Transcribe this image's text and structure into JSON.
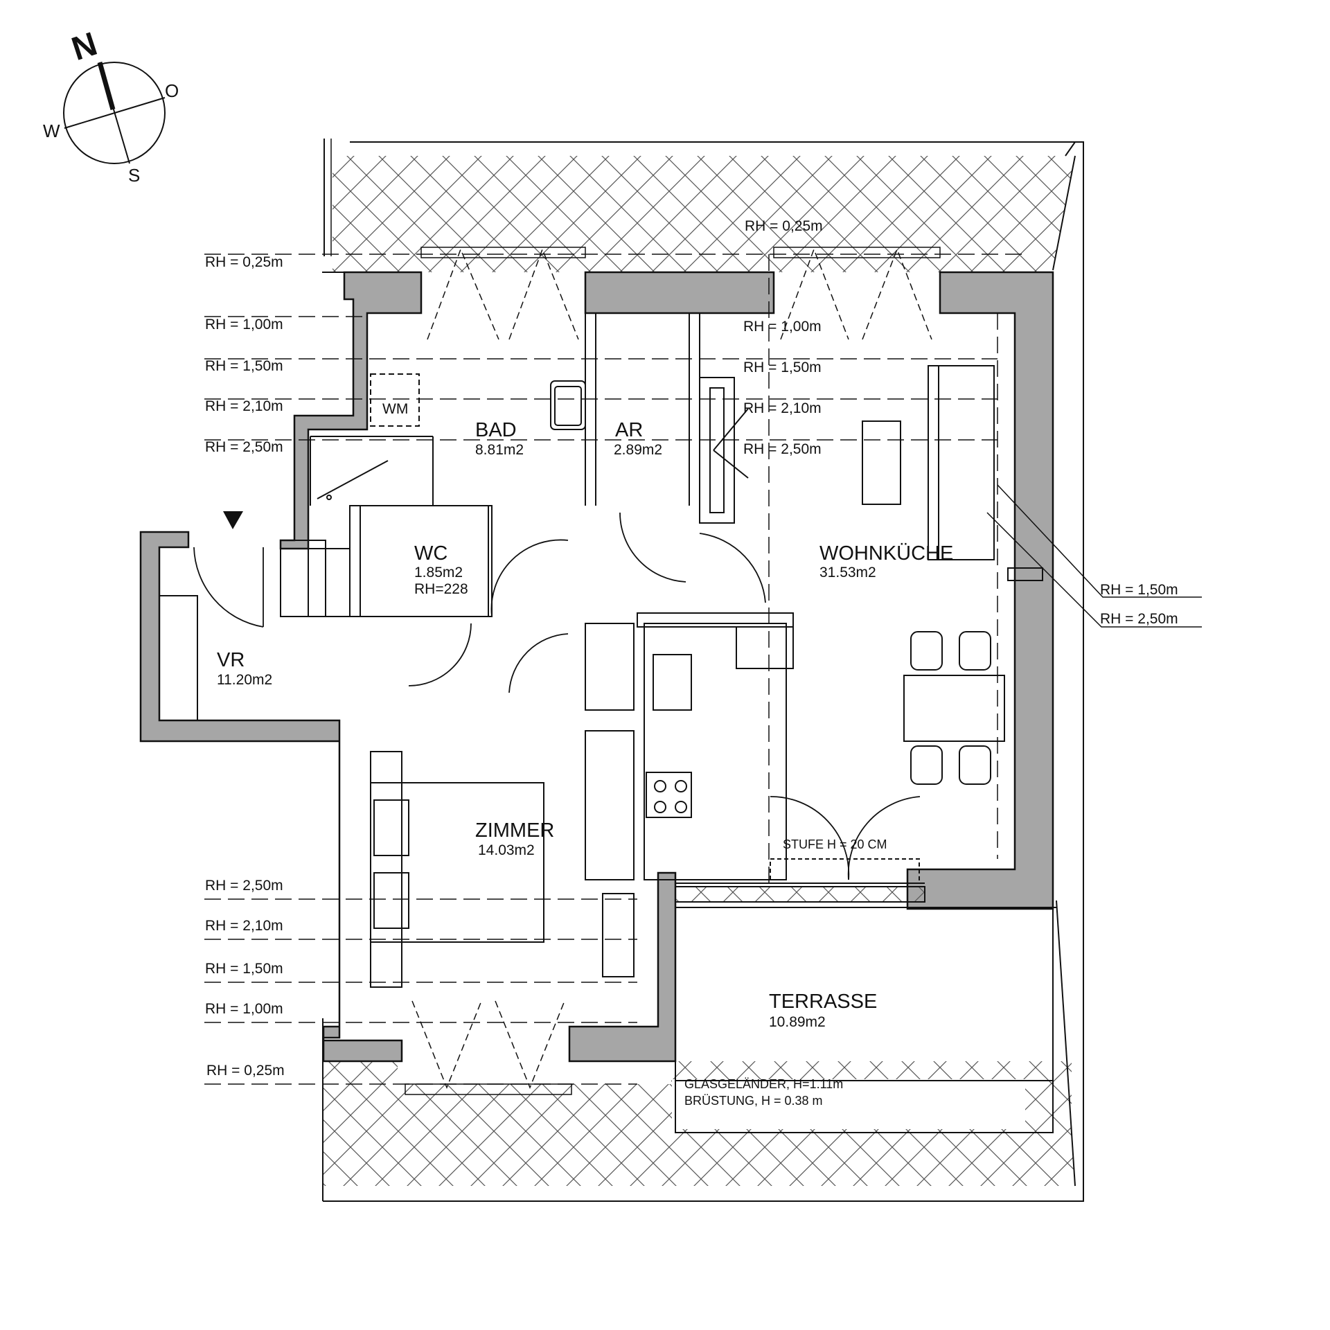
{
  "compass": {
    "north": "N",
    "east": "O",
    "south": "S",
    "west": "W"
  },
  "rooms": {
    "bad": {
      "name": "BAD",
      "area": "8.81m2"
    },
    "ar": {
      "name": "AR",
      "area": "2.89m2"
    },
    "wc": {
      "name": "WC",
      "area": "1.85m2",
      "rh": "RH=228"
    },
    "wohnkueche": {
      "name": "WOHNKÜCHE",
      "area": "31.53m2"
    },
    "vr": {
      "name": "VR",
      "area": "11.20m2"
    },
    "zimmer": {
      "name": "ZIMMER",
      "area": "14.03m2"
    },
    "terrasse": {
      "name": "TERRASSE",
      "area": "10.89m2"
    }
  },
  "fixtures": {
    "wm": "WM"
  },
  "annotations": {
    "stufe": "STUFE H = 20 CM",
    "glasgelaender": "GLASGELÄNDER, H=1.11m",
    "bruestung": "BRÜSTUNG, H = 0.38 m"
  },
  "room_heights": {
    "left_top": [
      "RH = 0,25m",
      "RH = 1,00m",
      "RH = 1,50m",
      "RH = 2,10m",
      "RH = 2,50m"
    ],
    "right_top": [
      "RH = 0,25m",
      "RH = 1,00m",
      "RH = 1,50m",
      "RH = 2,10m",
      "RH = 2,50m"
    ],
    "east": [
      "RH = 1,50m",
      "RH = 2,50m"
    ],
    "left_bottom": [
      "RH = 2,50m",
      "RH = 2,10m",
      "RH = 1,50m",
      "RH = 1,00m",
      "RH = 0,25m"
    ]
  },
  "colors": {
    "wall": "#a6a6a6",
    "line": "#111111",
    "background": "#ffffff"
  }
}
